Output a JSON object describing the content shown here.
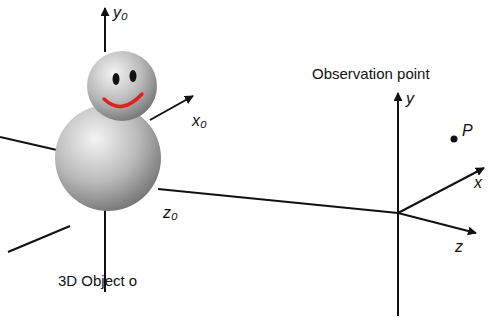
{
  "diagram": {
    "labels": [
      "y₀",
      "x₀",
      "z₀",
      "3D Object o",
      "Observation point",
      "y",
      "P",
      "x",
      "z"
    ]
  }
}
